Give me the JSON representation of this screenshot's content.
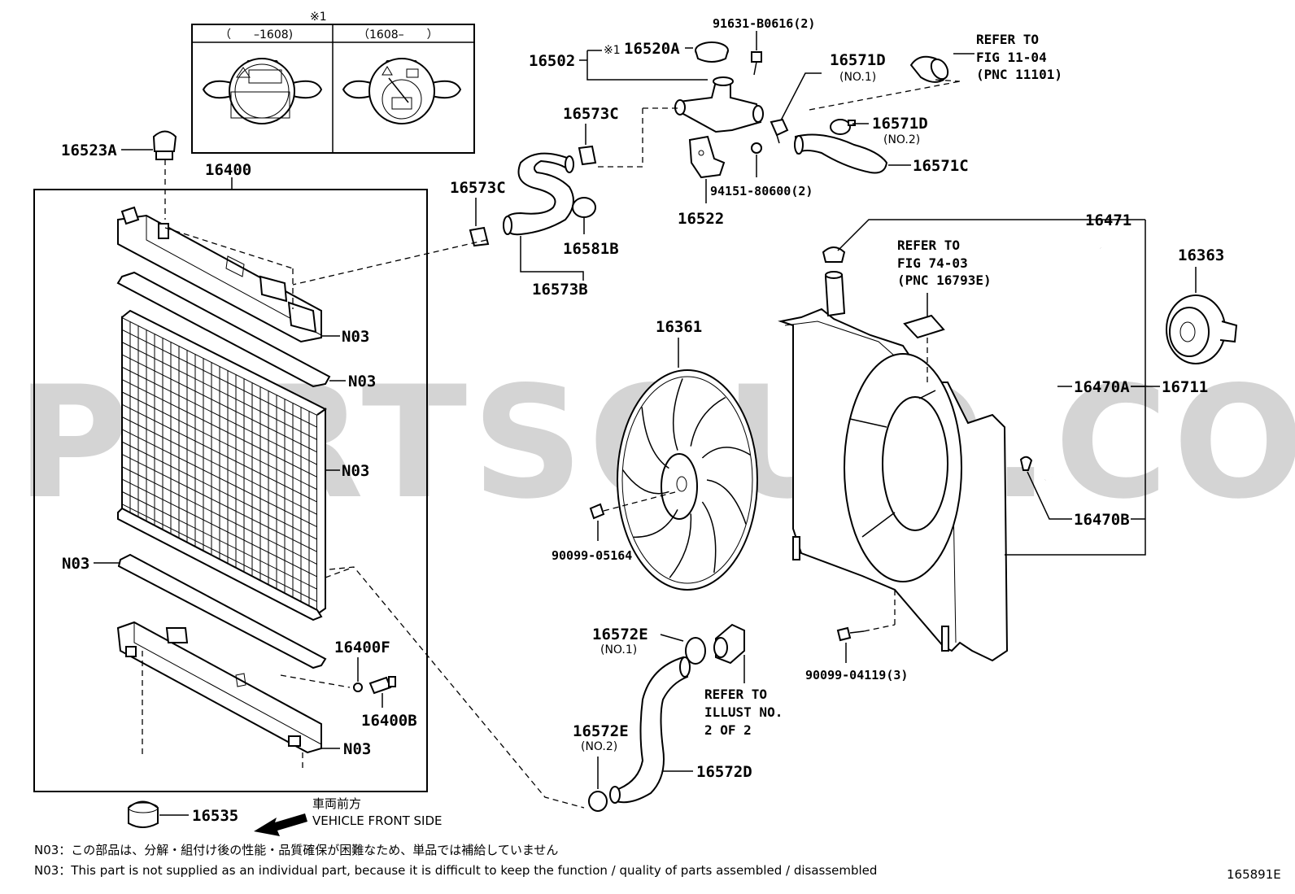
{
  "watermark": "PARTSOUQ.COM",
  "cap_inset": {
    "mark": "※1",
    "left_header": "（　　–1608)",
    "right_header": "（1608–　　）"
  },
  "labels": {
    "p16400": "16400",
    "p16523A": "16523A",
    "p16502": "16502",
    "p16520A_mark": "※1",
    "p16520A": "16520A",
    "p91631": "91631-B0616(2)",
    "p16571D_1": "16571D",
    "p16571D_1_sub": "(NO.1)",
    "p16571D_2": "16571D",
    "p16571D_2_sub": "(NO.2)",
    "p16571C": "16571C",
    "p16573C_1": "16573C",
    "p16573C_2": "16573C",
    "p16581B": "16581B",
    "p16573B": "16573B",
    "p16522": "16522",
    "p94151": "94151-80600(2)",
    "p16471": "16471",
    "p16363": "16363",
    "p16361": "16361",
    "p16470A": "16470A",
    "p16711": "16711",
    "p16470B": "16470B",
    "p90099_05164": "90099-05164",
    "p90099_04119": "90099-04119(3)",
    "p16572E_1": "16572E",
    "p16572E_1_sub": "(NO.1)",
    "p16572E_2": "16572E",
    "p16572E_2_sub": "(NO.2)",
    "p16572D": "16572D",
    "p16400F": "16400F",
    "p16400B": "16400B",
    "p16535": "16535",
    "n03_a": "N03",
    "n03_b": "N03",
    "n03_c": "N03",
    "n03_d": "N03",
    "n03_e": "N03"
  },
  "refer": {
    "fig1104": [
      "REFER TO",
      "FIG 11-04",
      "(PNC 11101)"
    ],
    "fig7403": [
      "REFER TO",
      "FIG 74-03",
      "(PNC 16793E)"
    ],
    "illust": [
      "REFER TO",
      "ILLUST NO.",
      "2 OF 2"
    ]
  },
  "front": {
    "jp": "車両前方",
    "en": "VEHICLE FRONT SIDE"
  },
  "notes": {
    "jp": "N03：この部品は、分解・組付け後の性能・品質確保が困難なため、単品では補給していません",
    "en": "N03：This part is not supplied as an individual part, because it is difficult to keep the function / quality of parts assembled / disassembled"
  },
  "figure_id": "165891E"
}
